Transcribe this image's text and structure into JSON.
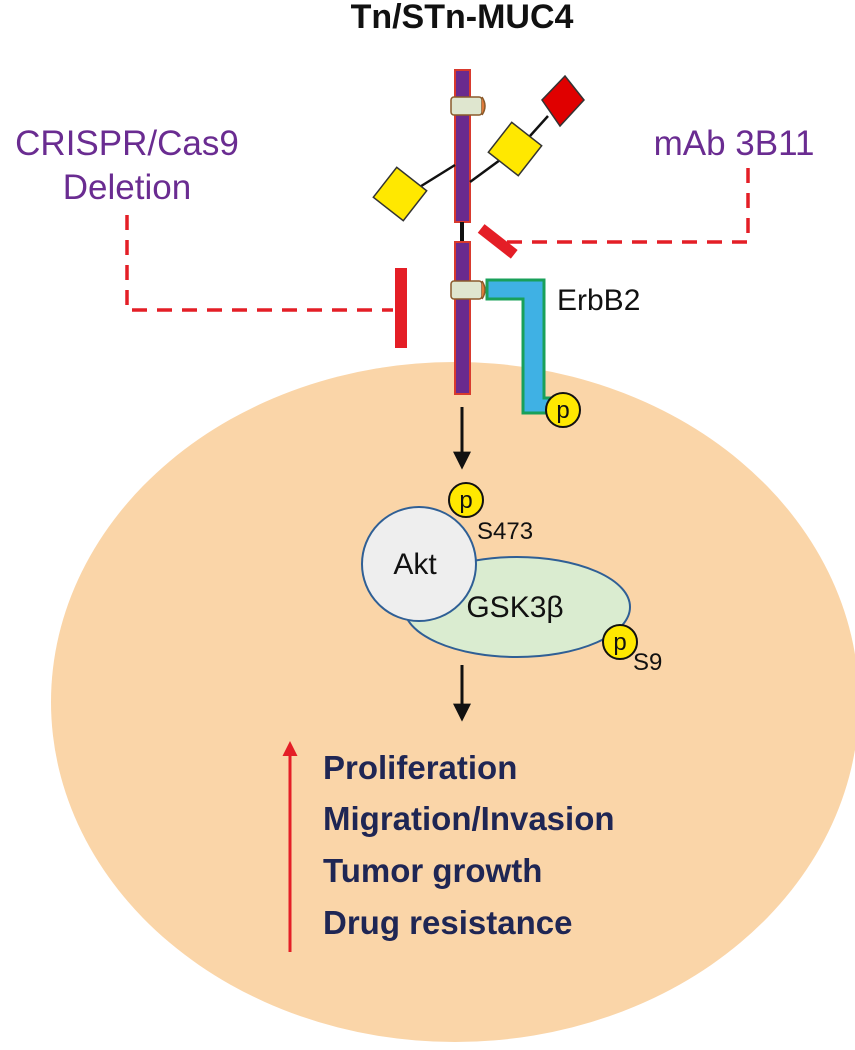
{
  "title": "Tn/STn-MUC4",
  "inhibitors": {
    "left_line1": "CRISPR/Cas9",
    "left_line2": "Deletion",
    "right": "mAb 3B11"
  },
  "receptor_label": "ErbB2",
  "phospho_symbol": "p",
  "akt_label": "Akt",
  "gsk_label": "GSK3β",
  "akt_site": "S473",
  "gsk_site": "S9",
  "outcomes": [
    "Proliferation",
    "Migration/Invasion",
    "Tumor growth",
    "Drug resistance"
  ],
  "colors": {
    "cell": "#fad5a8",
    "mucin": "#6a2a8e",
    "mucin_border": "#d83a2e",
    "glycan": "#ffe800",
    "sialic": "#e00000",
    "erbb2": "#3fb1e4",
    "erbb2_border": "#19a05a",
    "akt": "#eeeeee",
    "gsk": "#daecd0",
    "inhibitor": "#e41e26",
    "increase_arrow": "#e41e26",
    "text_dark": "#1f2654",
    "text_purple": "#6a2c91"
  }
}
